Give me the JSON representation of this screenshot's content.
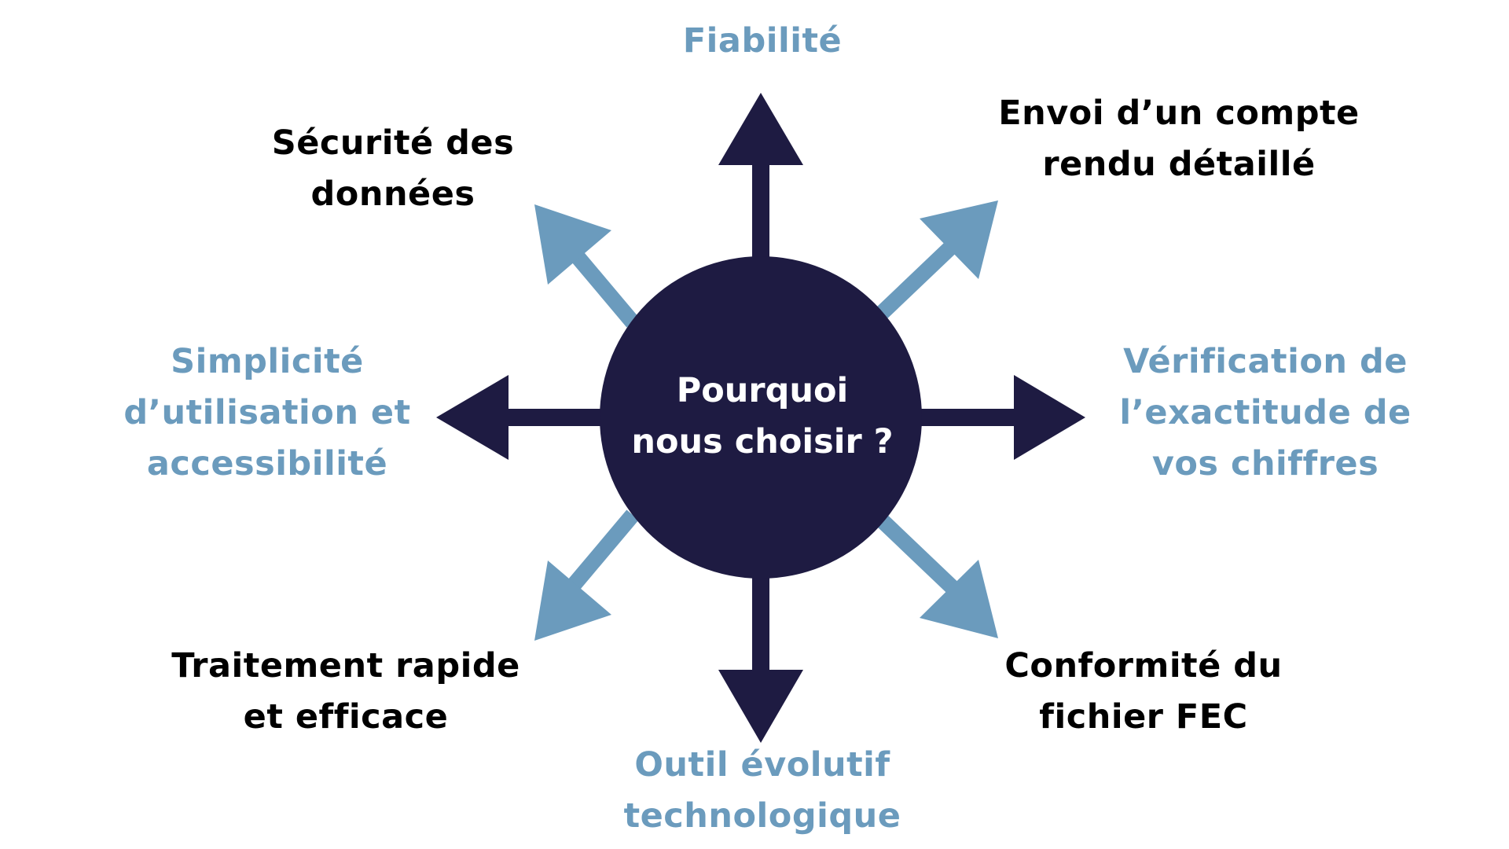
{
  "colors": {
    "navy": "#1e1b42",
    "blue": "#6b9bbd",
    "dark_text": "#000000"
  },
  "center": {
    "label": "Pourquoi\nnous choisir ?"
  },
  "items": {
    "top": "Fiabilité",
    "top_right": "Envoi d’un compte\nrendu détaillé",
    "right": "Vérification de\nl’exactitude de\nvos chiffres",
    "bottom_right": "Conformité du\nfichier FEC",
    "bottom": "Outil évolutif\ntechnologique",
    "bottom_left": "Traitement rapide\net efficace",
    "left": "Simplicité\nd’utilisation et\naccessibilité",
    "top_left": "Sécurité des\ndonnées"
  }
}
